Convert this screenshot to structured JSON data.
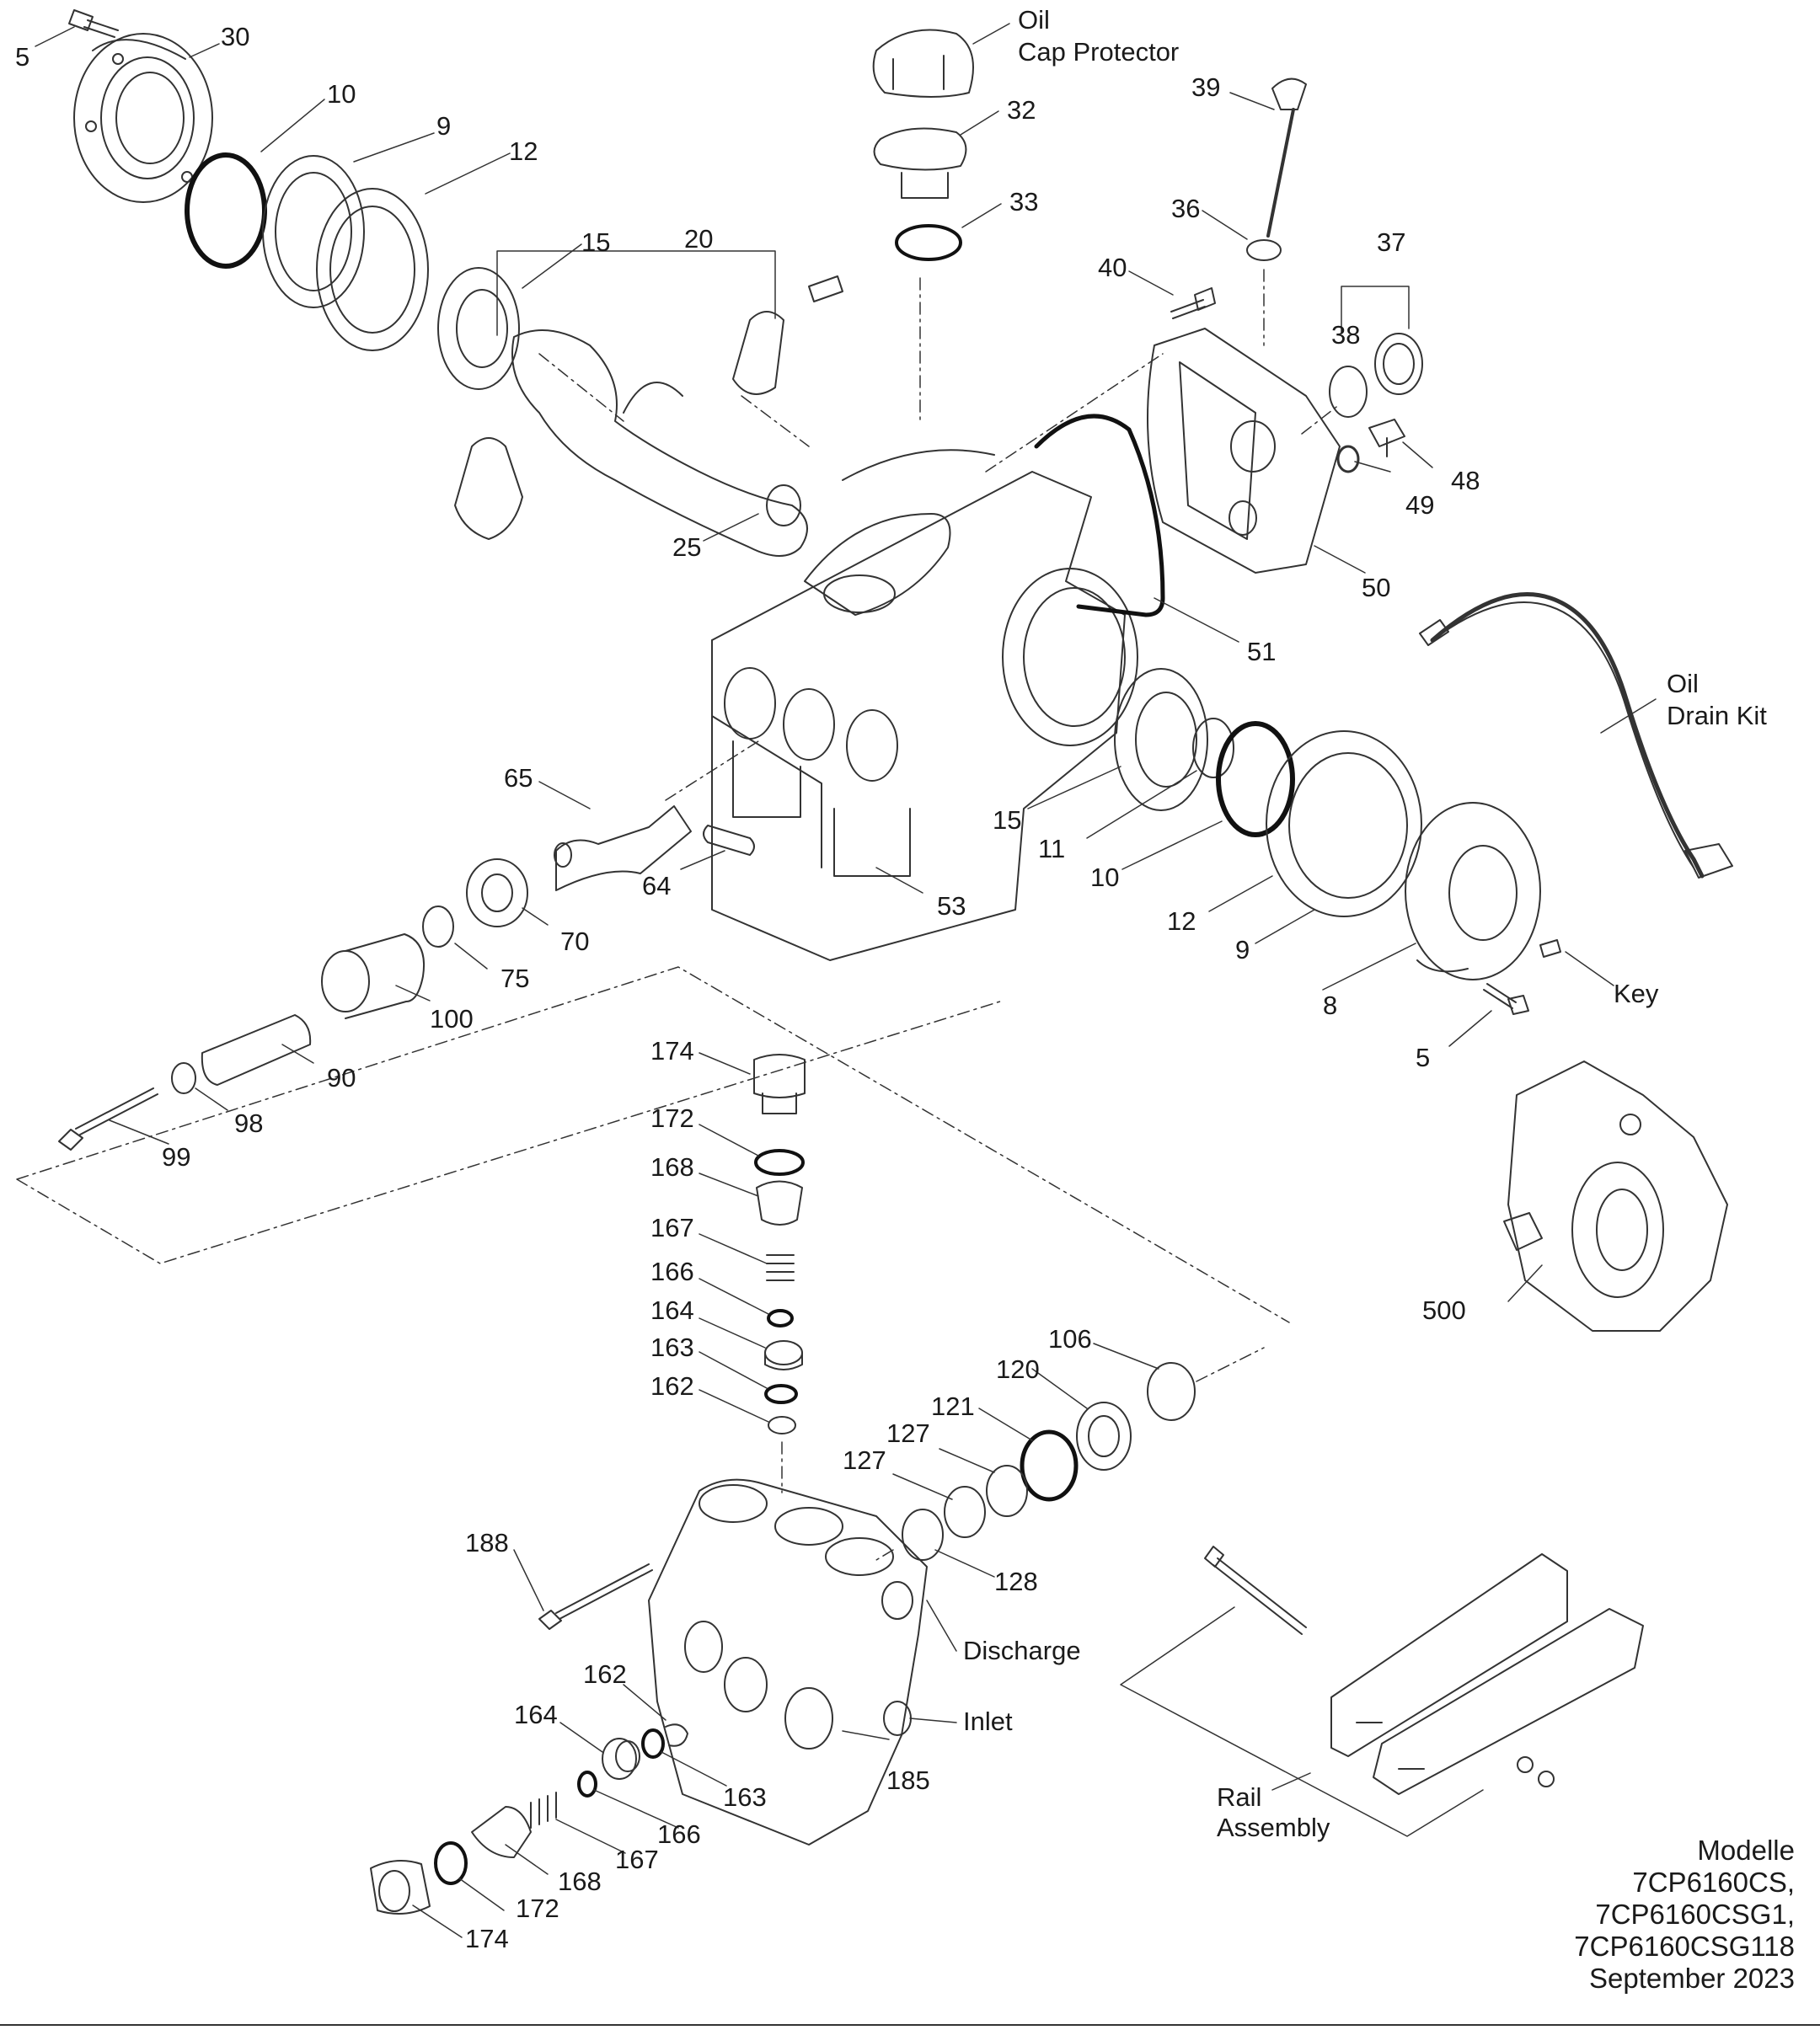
{
  "labels": {
    "p5_top": "5",
    "p30": "30",
    "p10_top": "10",
    "p9_top": "9",
    "p12_top": "12",
    "p15_top": "15",
    "p20": "20",
    "p25": "25",
    "oil_cap_line1": "Oil",
    "oil_cap_line2": "Cap Protector",
    "p32": "32",
    "p33": "33",
    "p39": "39",
    "p36": "36",
    "p40": "40",
    "p37": "37",
    "p38": "38",
    "p48": "48",
    "p49": "49",
    "p50": "50",
    "p51": "51",
    "oil_drain_line1": "Oil",
    "oil_drain_line2": "Drain Kit",
    "p65": "65",
    "p64": "64",
    "p53": "53",
    "p15_mid": "15",
    "p11": "11",
    "p10_mid": "10",
    "p12_mid": "12",
    "p9_mid": "9",
    "p8": "8",
    "key": "Key",
    "p5_mid": "5",
    "p70": "70",
    "p75": "75",
    "p100": "100",
    "p90": "90",
    "p98": "98",
    "p99": "99",
    "p174_top": "174",
    "p172_top": "172",
    "p168_top": "168",
    "p167_top": "167",
    "p166_top": "166",
    "p164_top": "164",
    "p163_top": "163",
    "p162_top": "162",
    "p106": "106",
    "p120": "120",
    "p121": "121",
    "p127_a": "127",
    "p127_b": "127",
    "p128": "128",
    "p500": "500",
    "p188": "188",
    "discharge": "Discharge",
    "inlet": "Inlet",
    "p185": "185",
    "p162_bot": "162",
    "p164_bot": "164",
    "p163_bot": "163",
    "p166_bot": "166",
    "p167_bot": "167",
    "p168_bot": "168",
    "p172_bot": "172",
    "p174_bot": "174",
    "rail_line1": "Rail",
    "rail_line2": "Assembly"
  },
  "models": {
    "line1": "Modelle",
    "line2": "7CP6160CS,",
    "line3": "7CP6160CSG1,",
    "line4": "7CP6160CSG118",
    "line5": "September 2023"
  }
}
